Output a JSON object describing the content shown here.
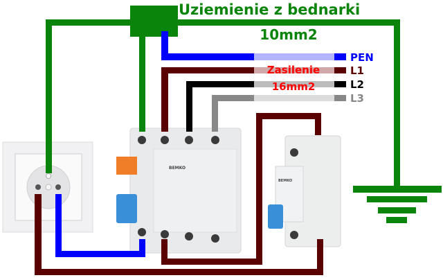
{
  "title": "Uziemienie z bednarki",
  "ground_size": "10mm2",
  "supply_label": "Zasilenie",
  "supply_size": "16mm2",
  "wires": {
    "pen": {
      "label": "PEN",
      "color": "#0000ff",
      "light": "#b4b4ff"
    },
    "l1": {
      "label": "L1",
      "color": "#5a0000",
      "light": "#d0a8a8"
    },
    "l2": {
      "label": "L2",
      "color": "#000000",
      "light": "#bcbcbc"
    },
    "l3": {
      "label": "L3",
      "color": "#888888",
      "light": "#dcdcdc"
    },
    "earth": {
      "color": "#0a840a"
    }
  },
  "label_colors": {
    "title": "#0a840a",
    "supply": "#ff0000"
  },
  "devices": {
    "rcd_brand": "BEMKO",
    "mcb_brand": "BEMKO"
  }
}
